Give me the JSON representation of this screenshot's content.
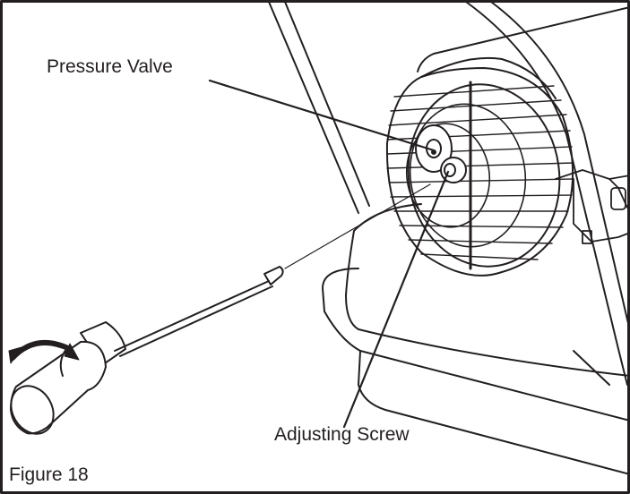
{
  "labels": {
    "pressure_valve": "Pressure Valve",
    "adjusting_screw": "Adjusting Screw",
    "figure_caption": "Figure 18"
  }
}
